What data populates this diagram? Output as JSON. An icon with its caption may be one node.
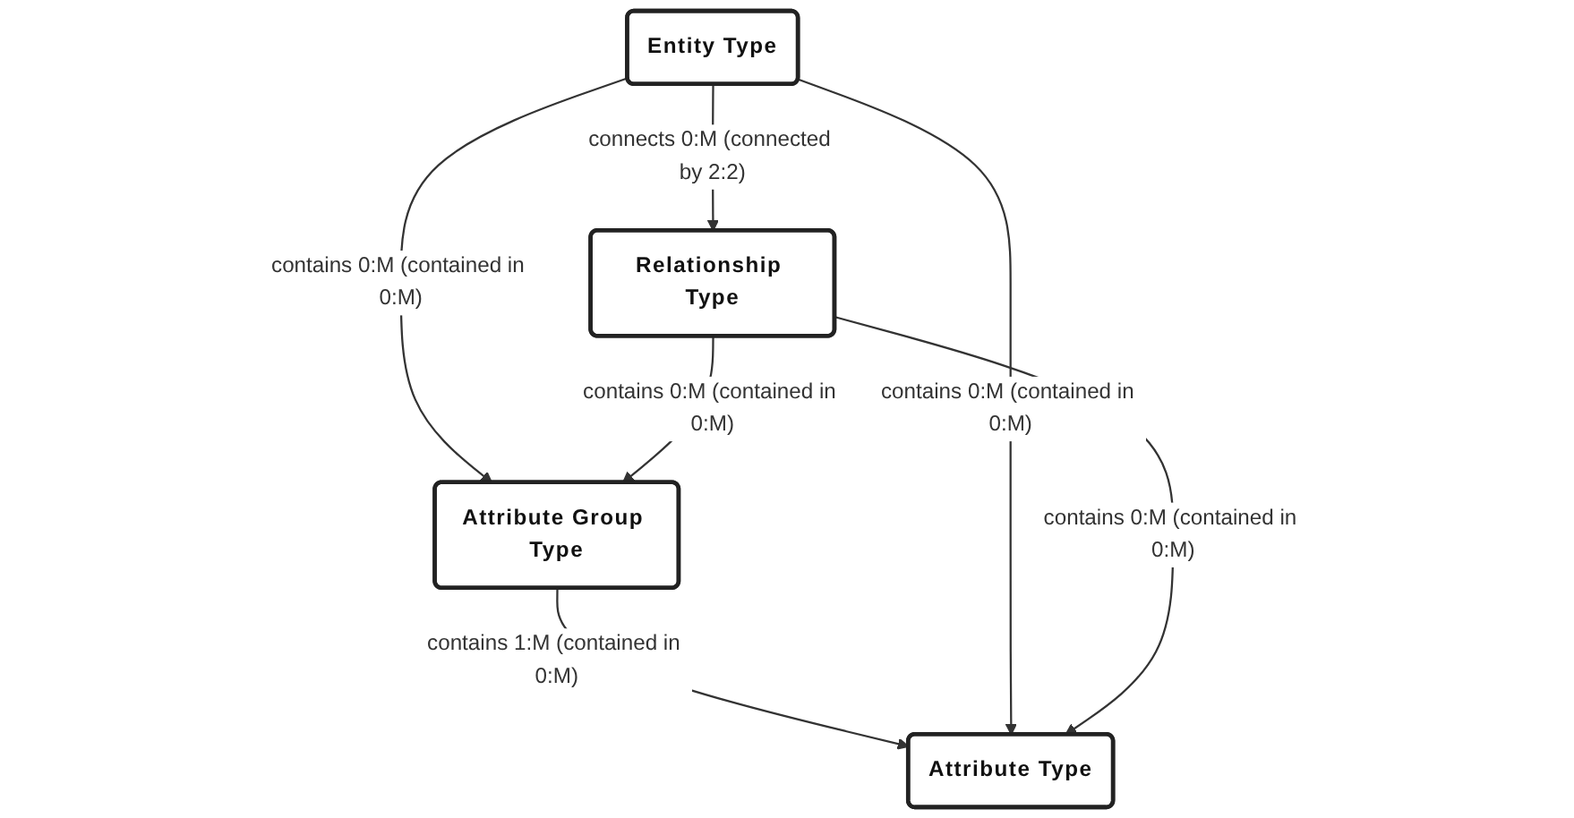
{
  "diagram": {
    "nodes": [
      {
        "text": [
          "Entity Type"
        ]
      },
      {
        "text": [
          "Relationship Type"
        ]
      },
      {
        "text": [
          "Attribute Group Type"
        ]
      },
      {
        "text": [
          "Attribute Type"
        ]
      }
    ],
    "edges": [
      {
        "from": 0,
        "to": 1,
        "arrow": "to",
        "label": "connects 0:M (connected by 2:2)"
      },
      {
        "from": 0,
        "to": 2,
        "arrow": "to",
        "label": "contains 0:M (contained in 0:M)"
      },
      {
        "from": 1,
        "to": 2,
        "arrow": "to",
        "label": "contains 0:M (contained in 0:M)"
      },
      {
        "from": 2,
        "to": 3,
        "arrow": "to",
        "label": "contains 1:M (contained in 0:M)"
      },
      {
        "from": 0,
        "to": 3,
        "arrow": "to",
        "label": "contains 0:M (contained in 0:M)"
      },
      {
        "from": 1,
        "to": 3,
        "arrow": "to",
        "label": "contains 0:M (contained in 0:M)"
      }
    ]
  }
}
